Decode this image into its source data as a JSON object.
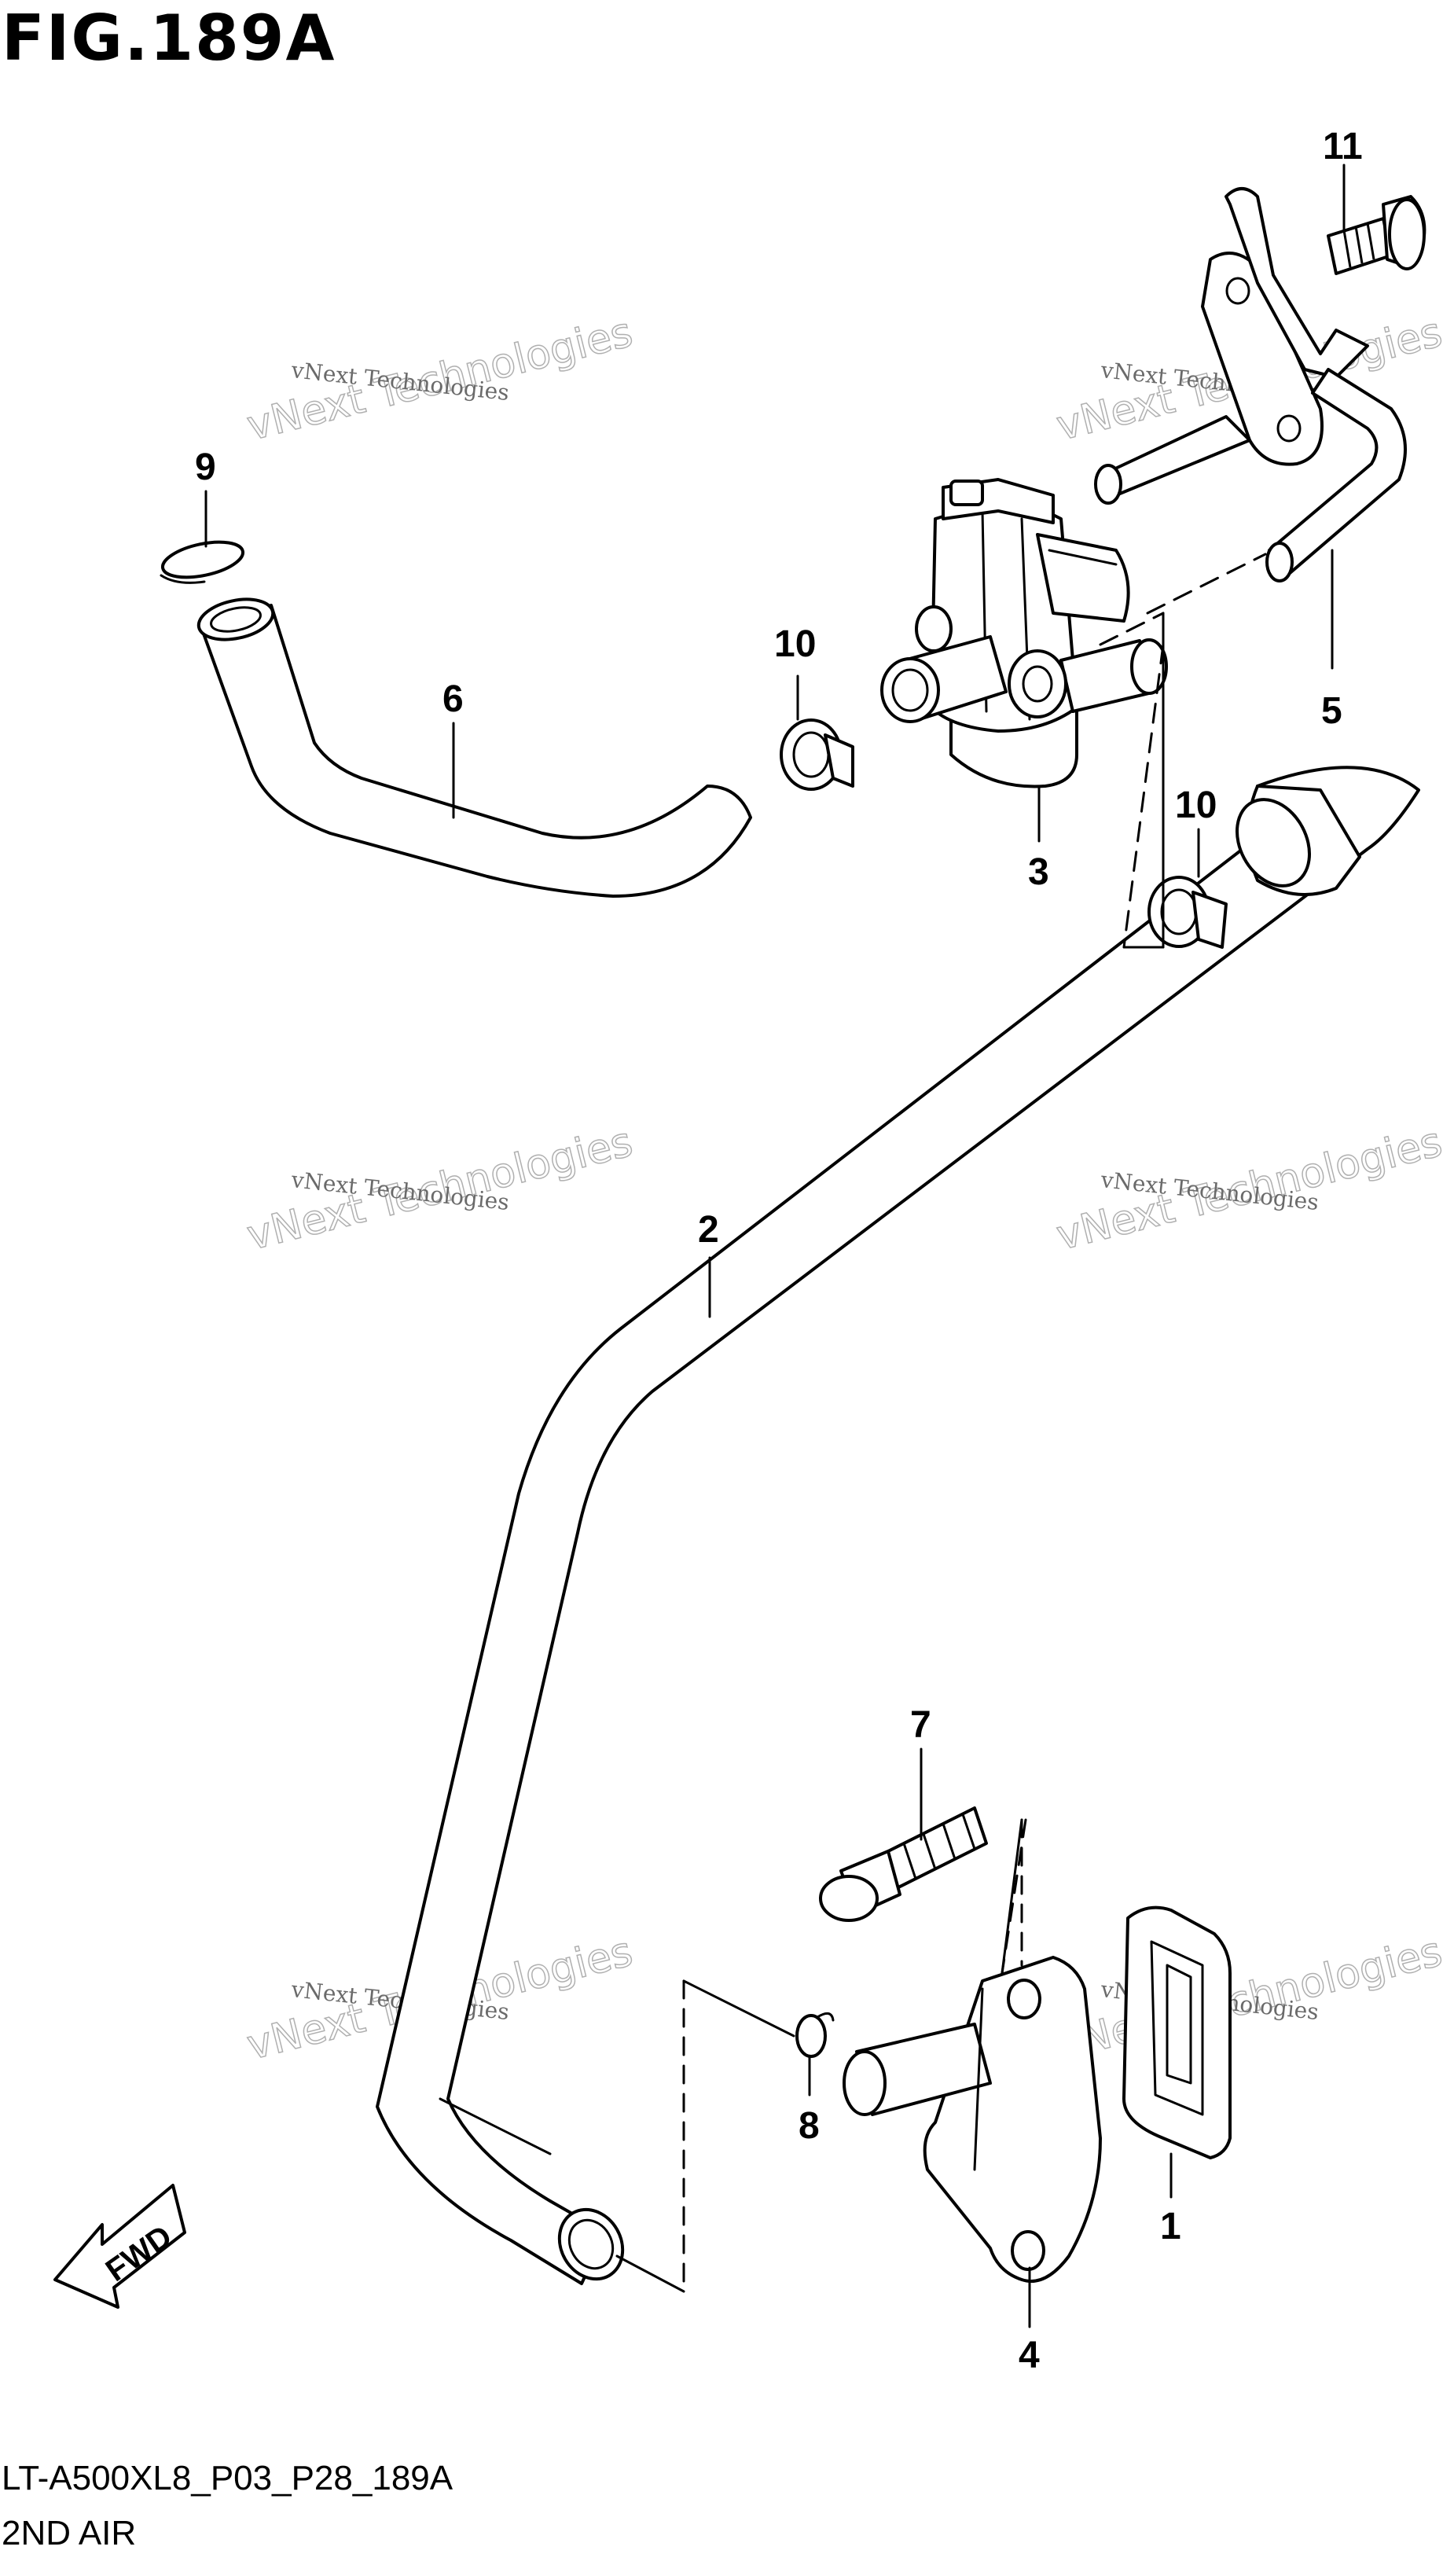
{
  "figure_title": "FIG.189A",
  "footer": {
    "code": "LT-A500XL8_P03_P28_189A",
    "section_name": "2ND AIR"
  },
  "direction_arrow_label": "FWD",
  "watermark": {
    "line1": "vNext Technologies",
    "line2": "vNext Technologies"
  },
  "callouts": [
    "1",
    "2",
    "3",
    "4",
    "5",
    "6",
    "7",
    "8",
    "9",
    "10",
    "10",
    "11"
  ]
}
